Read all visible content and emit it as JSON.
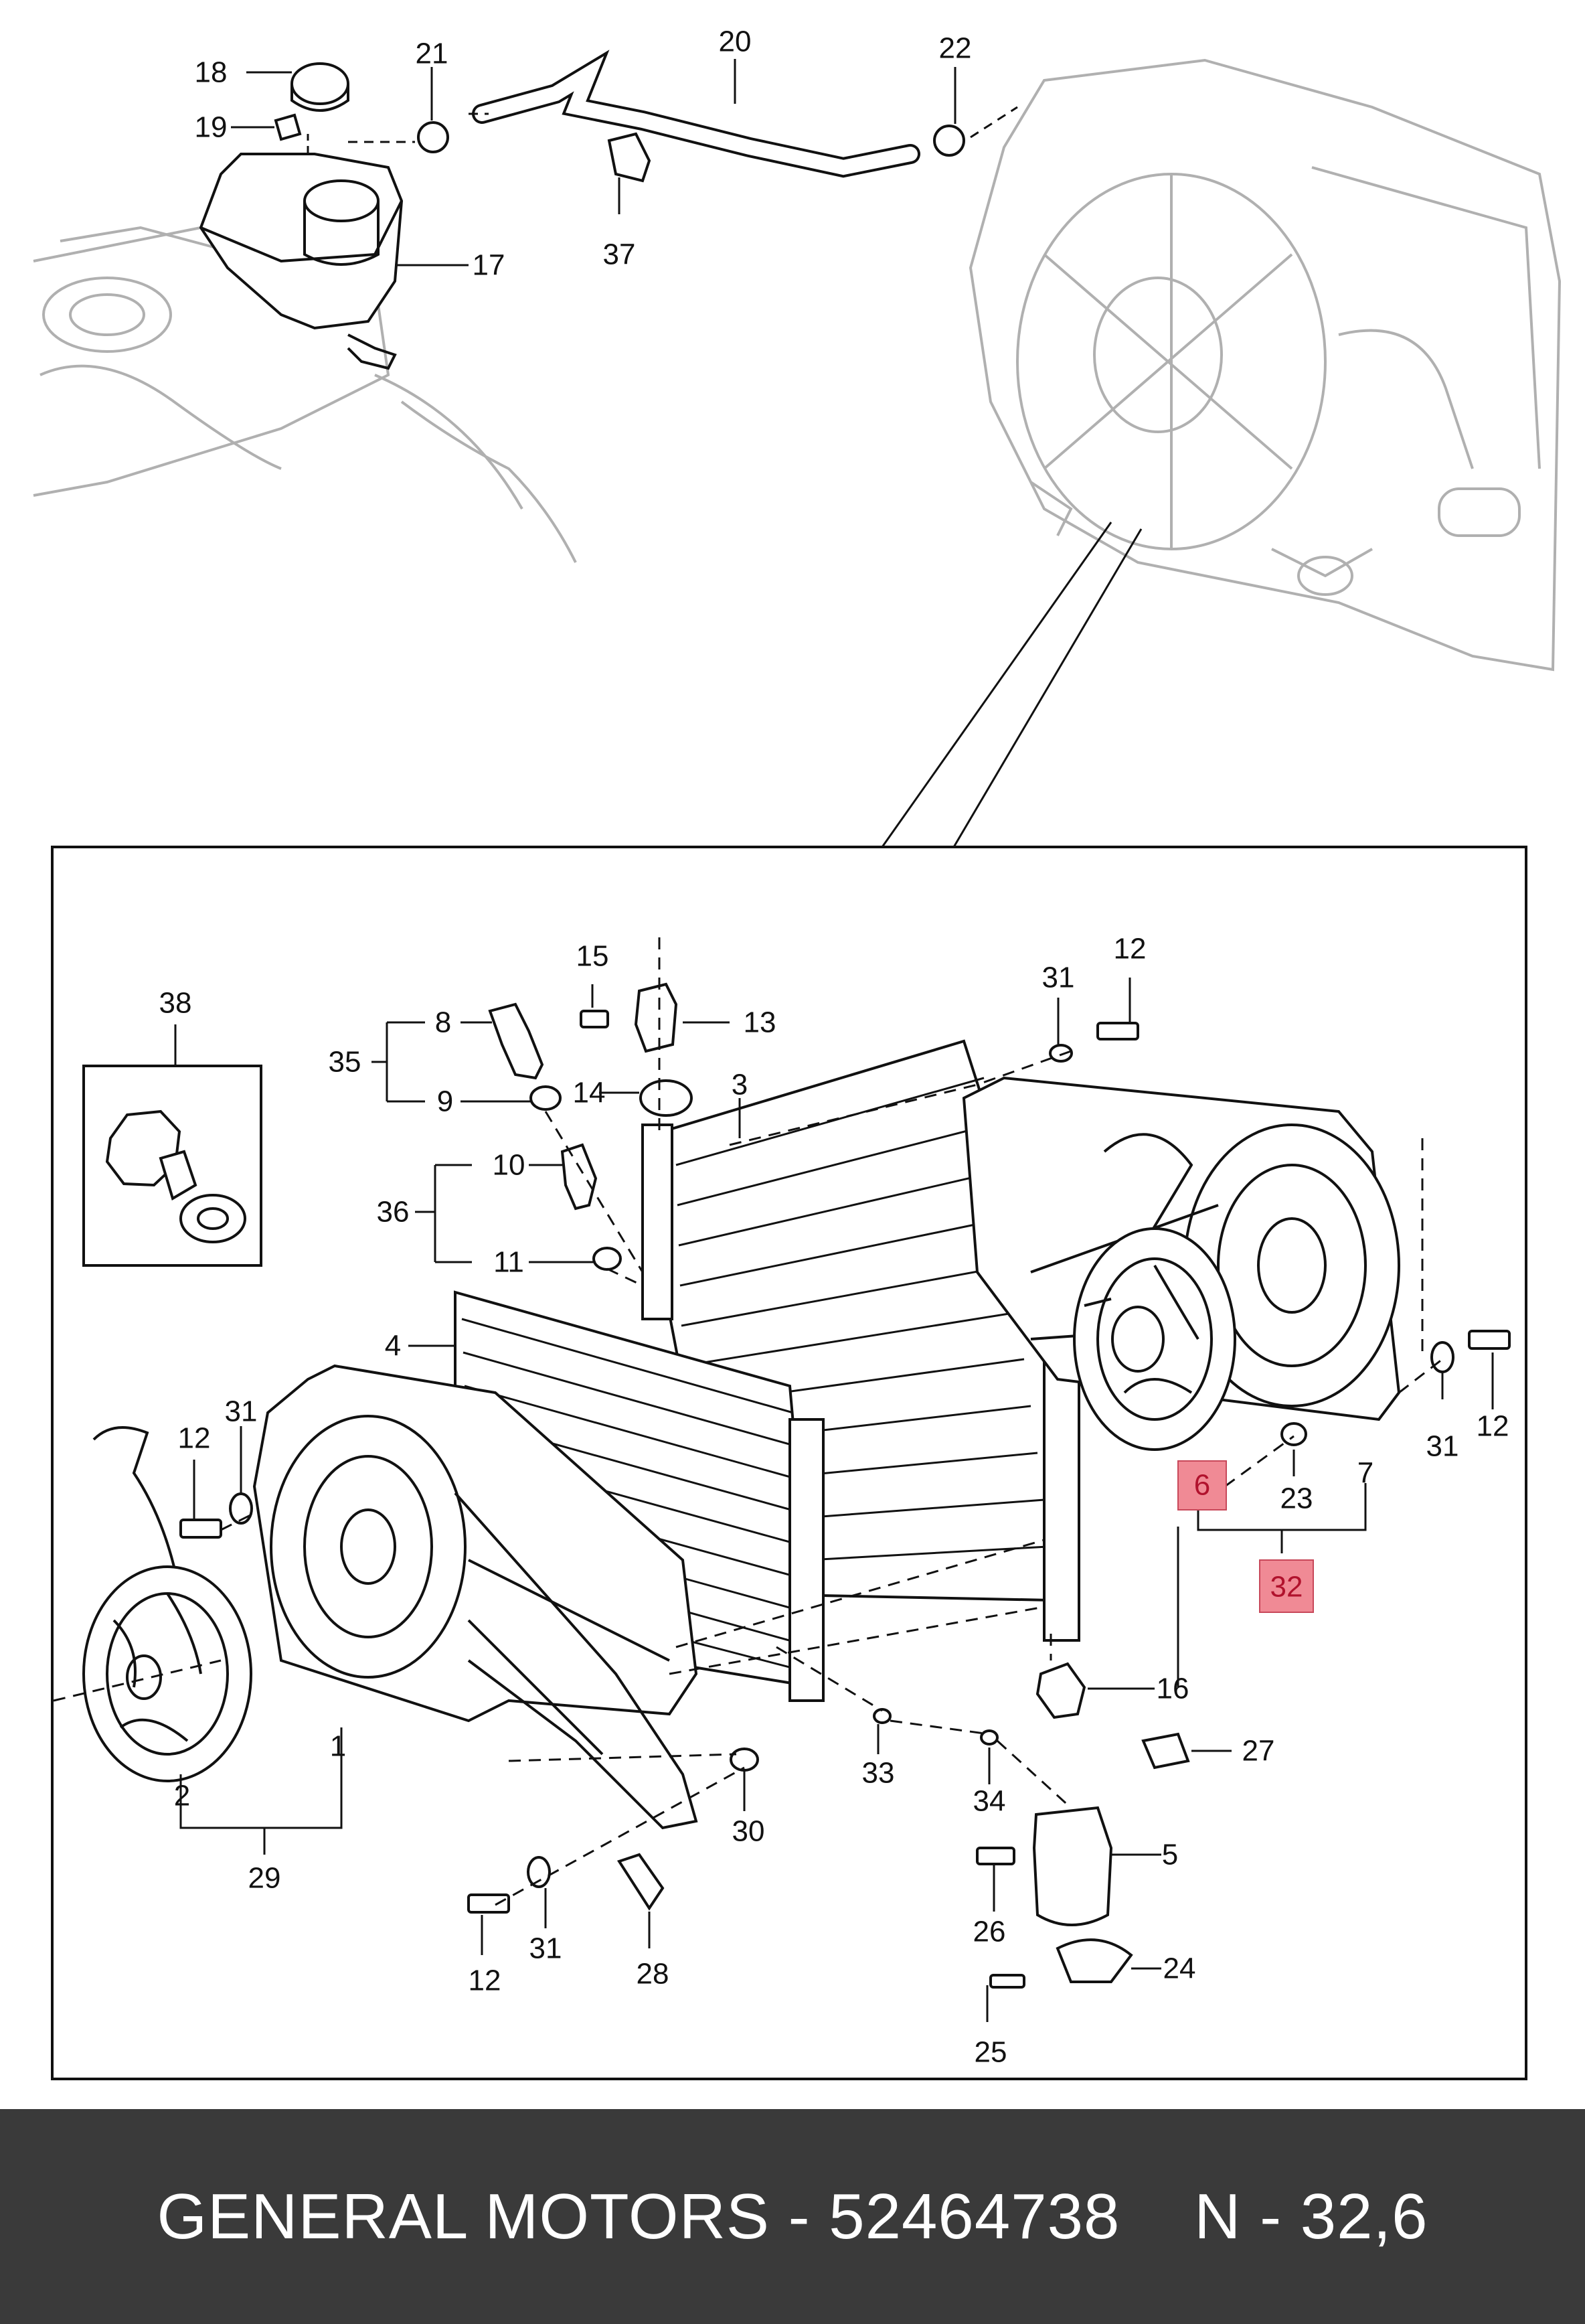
{
  "colors": {
    "highlight_fill": "#f08a95",
    "highlight_stroke": "#c8485a",
    "highlight_text": "#b1122d",
    "footer_bg": "#3a3a3a",
    "footer_text": "#ffffff",
    "line": "#111111",
    "ghost_line": "#b0b0b0"
  },
  "footer": {
    "text": "GENERAL MOTORS - 52464738    N - 32,6"
  },
  "callouts": {
    "c18": "18",
    "c19": "19",
    "c21": "21",
    "c20": "20",
    "c22": "22",
    "c17": "17",
    "c37": "37",
    "c38": "38",
    "c15": "15",
    "c13": "13",
    "c8": "8",
    "c35": "35",
    "c9": "9",
    "c14": "14",
    "c3": "3",
    "c31a": "31",
    "c12a": "12",
    "c10": "10",
    "c36": "36",
    "c11": "11",
    "c4": "4",
    "c31b": "31",
    "c12b": "12",
    "c6": "6",
    "c23": "23",
    "c7": "7",
    "c31c": "31",
    "c12c": "12",
    "c32": "32",
    "c16": "16",
    "c27": "27",
    "c1": "1",
    "c2": "2",
    "c29": "29",
    "c33": "33",
    "c34": "34",
    "c30": "30",
    "c5": "5",
    "c26": "26",
    "c12d": "12",
    "c31d": "31",
    "c28": "28",
    "c24": "24",
    "c25": "25"
  }
}
